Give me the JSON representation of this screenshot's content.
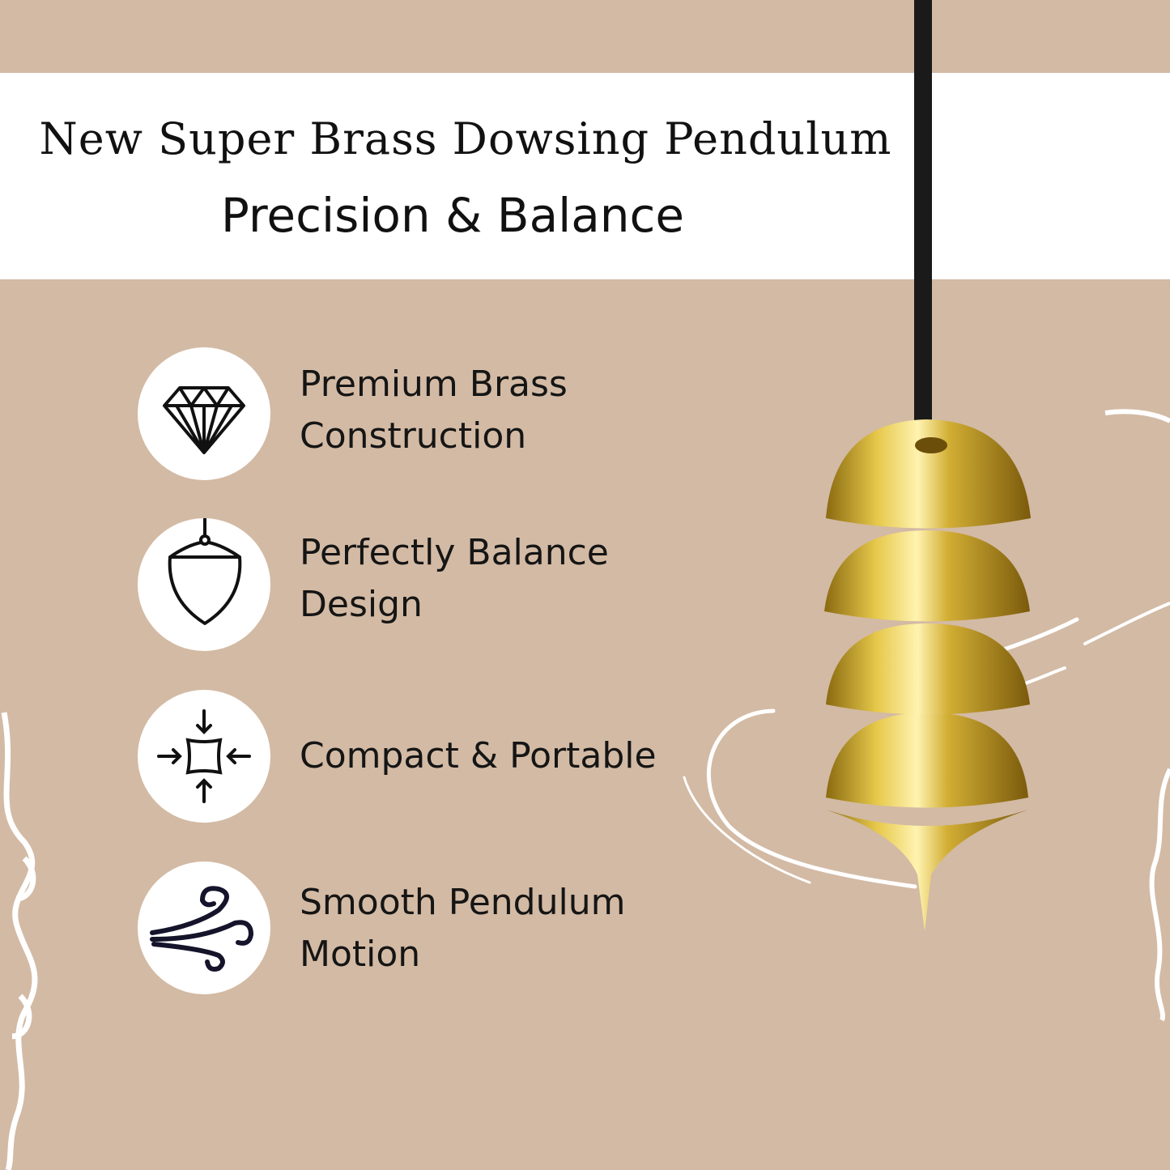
{
  "header": {
    "title": "New Super Brass Dowsing Pendulum",
    "subtitle": "Precision & Balance"
  },
  "features": [
    {
      "icon": "diamond-icon",
      "line1": "Premium Brass",
      "line2": "Construction"
    },
    {
      "icon": "pendulum-icon",
      "line1": "Perfectly Balance",
      "line2": "Design"
    },
    {
      "icon": "compress-arrows-icon",
      "line1": "Compact & Portable",
      "line2": ""
    },
    {
      "icon": "wind-swirl-icon",
      "line1": "Smooth Pendulum",
      "line2": "Motion"
    }
  ],
  "colors": {
    "background": "#d3baa4",
    "banner": "#ffffff",
    "brass": "#c9a52a",
    "text": "#111111"
  }
}
